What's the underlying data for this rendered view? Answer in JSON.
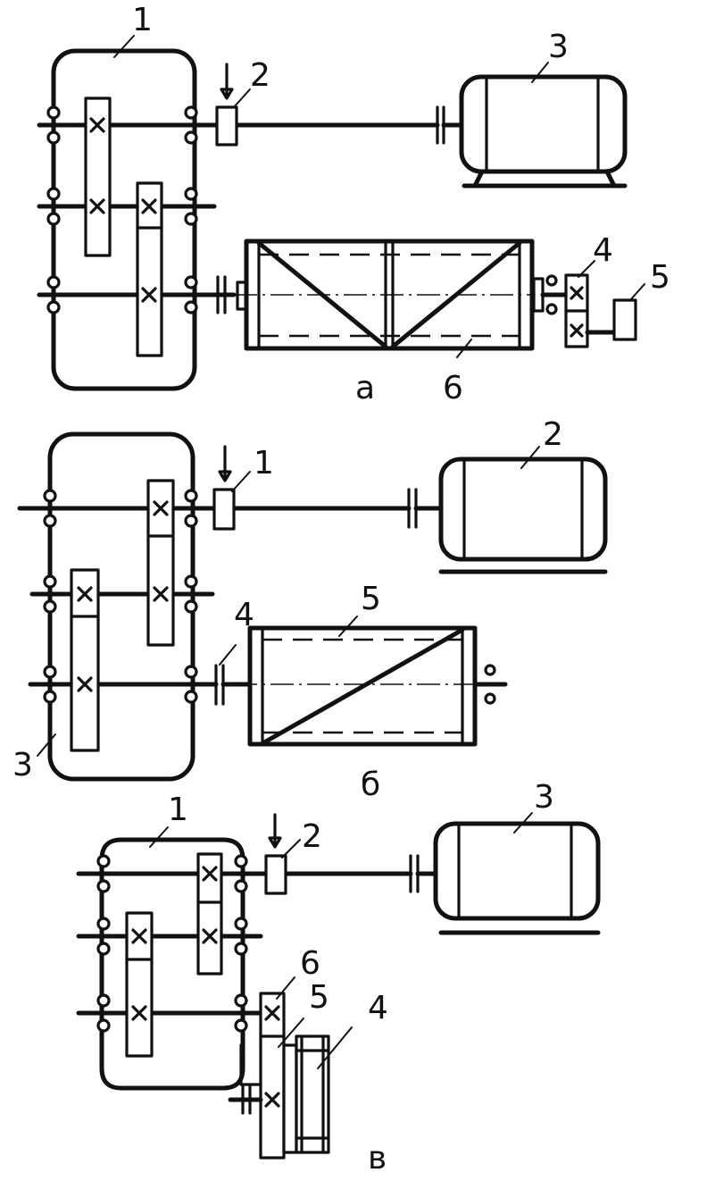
{
  "colors": {
    "ink": "#111111",
    "background": "#ffffff"
  },
  "panels": [
    {
      "id": "a",
      "caption": "а",
      "labels": {
        "reducer": "1",
        "clutch": "2",
        "motor": "3",
        "end_gear": "4",
        "end_unit": "5",
        "drum": "6"
      }
    },
    {
      "id": "b",
      "caption": "б",
      "labels": {
        "clutch": "1",
        "motor": "2",
        "reducer": "3",
        "coupling": "4",
        "drum": "5"
      }
    },
    {
      "id": "c",
      "caption": "в",
      "labels": {
        "reducer": "1",
        "clutch": "2",
        "motor": "3",
        "drum": "4",
        "side": "5",
        "gear": "6"
      }
    }
  ]
}
